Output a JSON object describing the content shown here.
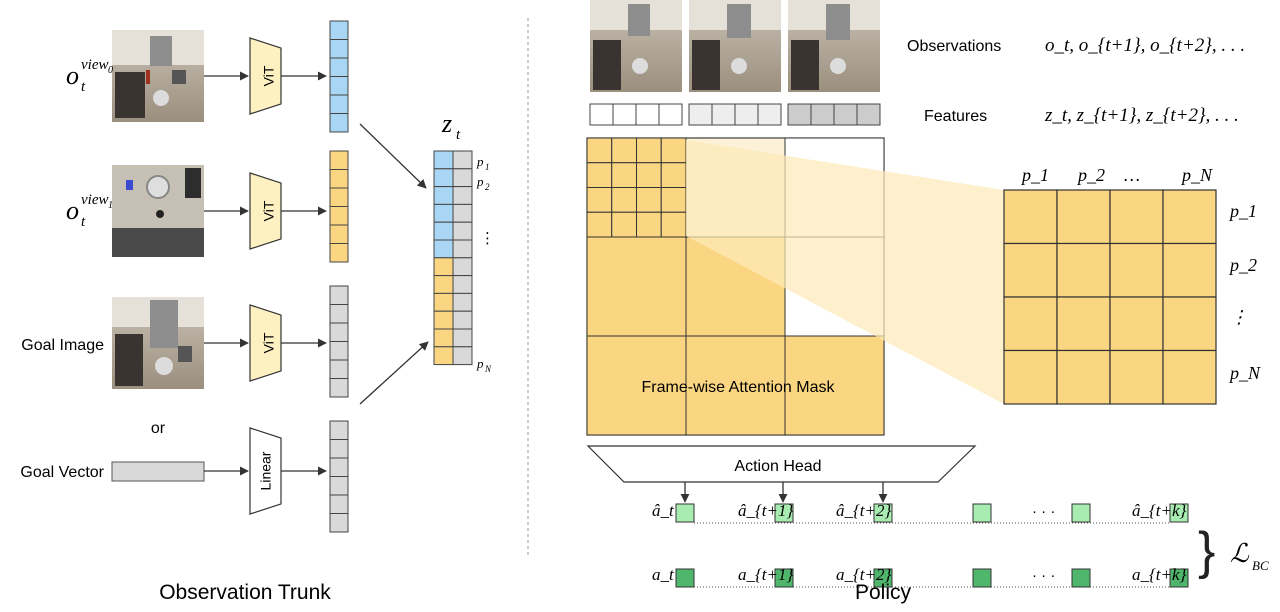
{
  "colors": {
    "blue": "#a9d6f5",
    "orange": "#fbd682",
    "pale_orange": "#fde9b8",
    "gray": "#d9d9d9",
    "vit": "#fdf1c1",
    "green_light": "#a8ecb2",
    "green_dark": "#4fb66c",
    "arrow": "#333333"
  },
  "left": {
    "title": "Observation Trunk",
    "view0_label": "o",
    "view0_sub": "t",
    "view0_sup": "view",
    "view0_sup_sub": "0",
    "view1_label": "o",
    "view1_sub": "t",
    "view1_sup": "view",
    "view1_sup_sub": "1",
    "goal_image_label": "Goal Image",
    "or_label": "or",
    "goal_vector_label": "Goal Vector",
    "vit_label": "ViT",
    "linear_label": "Linear",
    "z_label": "z",
    "z_sub": "t",
    "p1": "p",
    "p1_sub": "1",
    "p2": "p",
    "p2_sub": "2",
    "pdots": "⋮",
    "pN": "p",
    "pN_sub": "N"
  },
  "right": {
    "title": "Policy",
    "observations_label": "Observations",
    "observations_math": "o_t, o_{t+1}, o_{t+2}, . . .",
    "features_label": "Features",
    "features_math": "z_t, z_{t+1}, z_{t+2}, . . .",
    "mask_label": "Frame-wise Attention Mask",
    "action_head_label": "Action Head",
    "zoom_cols": [
      "p_1",
      "p_2",
      "…",
      "p_N"
    ],
    "zoom_rows": [
      "p_1",
      "p_2",
      "⋮",
      "p_N"
    ],
    "pred_labels": [
      "â_t",
      "â_{t+1}",
      "â_{t+2}",
      "â_{t+k}"
    ],
    "gt_labels": [
      "a_t",
      "a_{t+1}",
      "a_{t+2}",
      "a_{t+k}"
    ],
    "dots": "· · ·",
    "loss_label": "ℒ",
    "loss_sub": "BC",
    "brace": "}"
  }
}
